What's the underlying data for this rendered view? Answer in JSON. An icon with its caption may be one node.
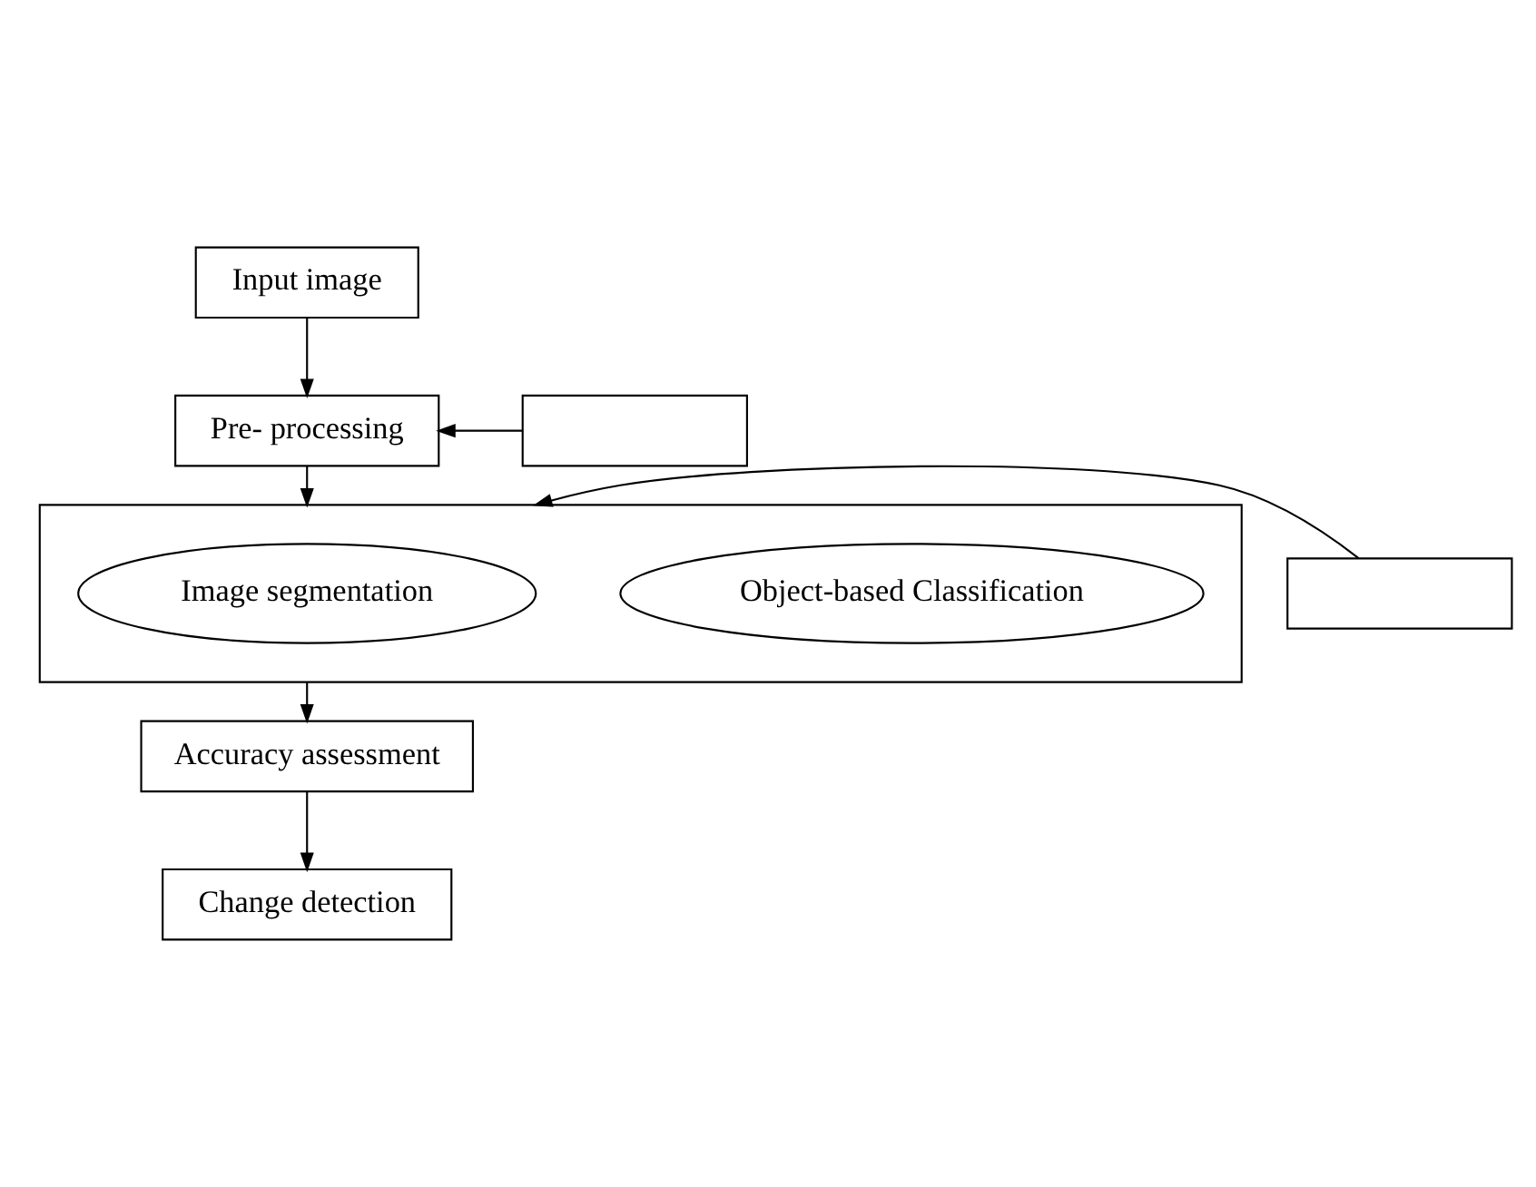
{
  "diagram": {
    "nodes": [
      {
        "text": [
          "Input image"
        ]
      },
      {
        "text": [
          "Pre- processing"
        ]
      },
      {
        "text": [],
        "shape": "box"
      },
      {
        "text": [],
        "shape": "box"
      },
      {
        "text": [
          "Image segmentation"
        ],
        "in": 3
      },
      {
        "text": [
          "Object-based Classification"
        ],
        "in": 3
      },
      {
        "text": [],
        "shape": "box"
      },
      {
        "text": [
          "Accuracy assessment"
        ]
      },
      {
        "text": [
          "Change detection"
        ]
      }
    ],
    "edges": [
      {
        "from": 0,
        "to": 1,
        "arrow": "to"
      },
      {
        "from": 2,
        "to": 1,
        "arrow": "to"
      },
      {
        "from": 1,
        "to": 3,
        "arrow": "to"
      },
      {
        "from": 6,
        "to": 3,
        "arrow": "to"
      },
      {
        "from": 3,
        "to": 7,
        "arrow": "to"
      },
      {
        "from": 7,
        "to": 8,
        "arrow": "to"
      }
    ]
  }
}
